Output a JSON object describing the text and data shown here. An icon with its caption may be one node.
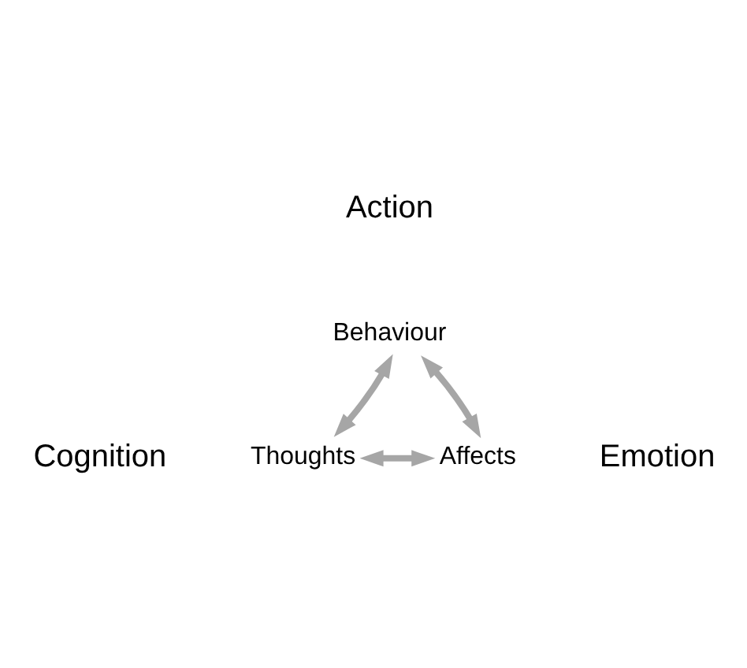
{
  "diagram": {
    "nodes": [
      {
        "text": [
          "Behaviour"
        ]
      },
      {
        "text": [
          "Thoughts"
        ]
      },
      {
        "text": [
          "Affects"
        ]
      }
    ],
    "edges": [
      {
        "from": 1,
        "to": 0,
        "arrow": "both"
      },
      {
        "from": 0,
        "to": 2,
        "arrow": "both"
      },
      {
        "from": 1,
        "to": 2,
        "arrow": "both"
      }
    ],
    "labels": [
      "Action",
      "Cognition",
      "Emotion"
    ]
  }
}
